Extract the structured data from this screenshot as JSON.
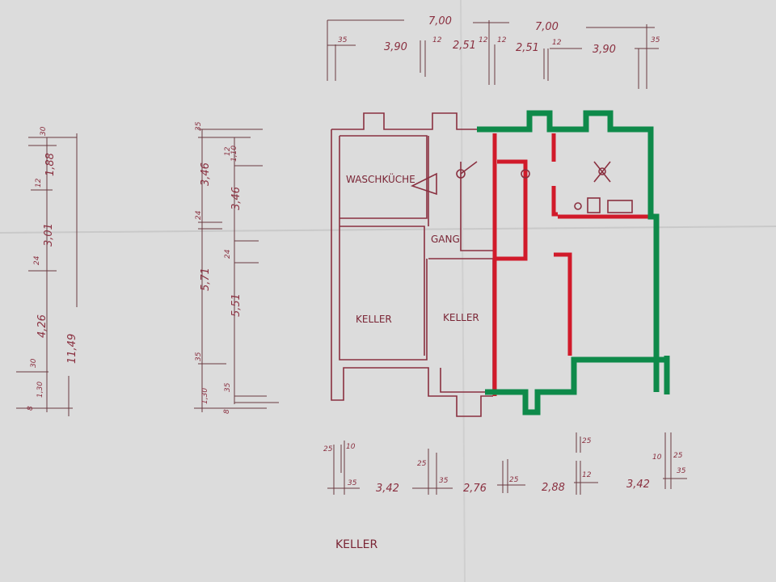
{
  "title": "KELLER",
  "rooms": {
    "waschkueche": "WASCHKÜCHE",
    "gang": "GANG",
    "keller_left": "KELLER",
    "keller_mid": "KELLER"
  },
  "top_dims": {
    "total_left": "7,00",
    "total_right": "7,00",
    "w1": "35",
    "l1": "3,90",
    "w2": "12",
    "l2": "2,51",
    "w3": "12",
    "w4": "12",
    "l3": "2,51",
    "w5": "12",
    "l4": "3,90",
    "w6": "35"
  },
  "left_dims": {
    "a": "30",
    "b": "1,88",
    "c": "12",
    "d": "3,01",
    "e": "24",
    "f": "4,26",
    "g": "30",
    "h": "1,30",
    "i": "8",
    "total": "11,49"
  },
  "mid_dims": {
    "a": "35",
    "b": "3,46",
    "c": "24",
    "d": "5,71",
    "e": "35",
    "f": "1,30",
    "g": "12",
    "h": "1,10",
    "i": "3,46",
    "j": "24",
    "k": "5,51",
    "l": "35",
    "m": "8"
  },
  "bottom_dims": {
    "a": "25",
    "b": "10",
    "c": "35",
    "d": "3,42",
    "e": "25",
    "f": "35",
    "g": "2,76",
    "h": "25",
    "i": "2,88",
    "j": "25",
    "k": "12",
    "l": "3,42",
    "m": "10",
    "n": "25",
    "o": "35"
  },
  "colors": {
    "paper": "#dcdcdc",
    "ink": "#8a3040",
    "red_marker": "#d11a2a",
    "green_marker": "#0e8a4a"
  }
}
